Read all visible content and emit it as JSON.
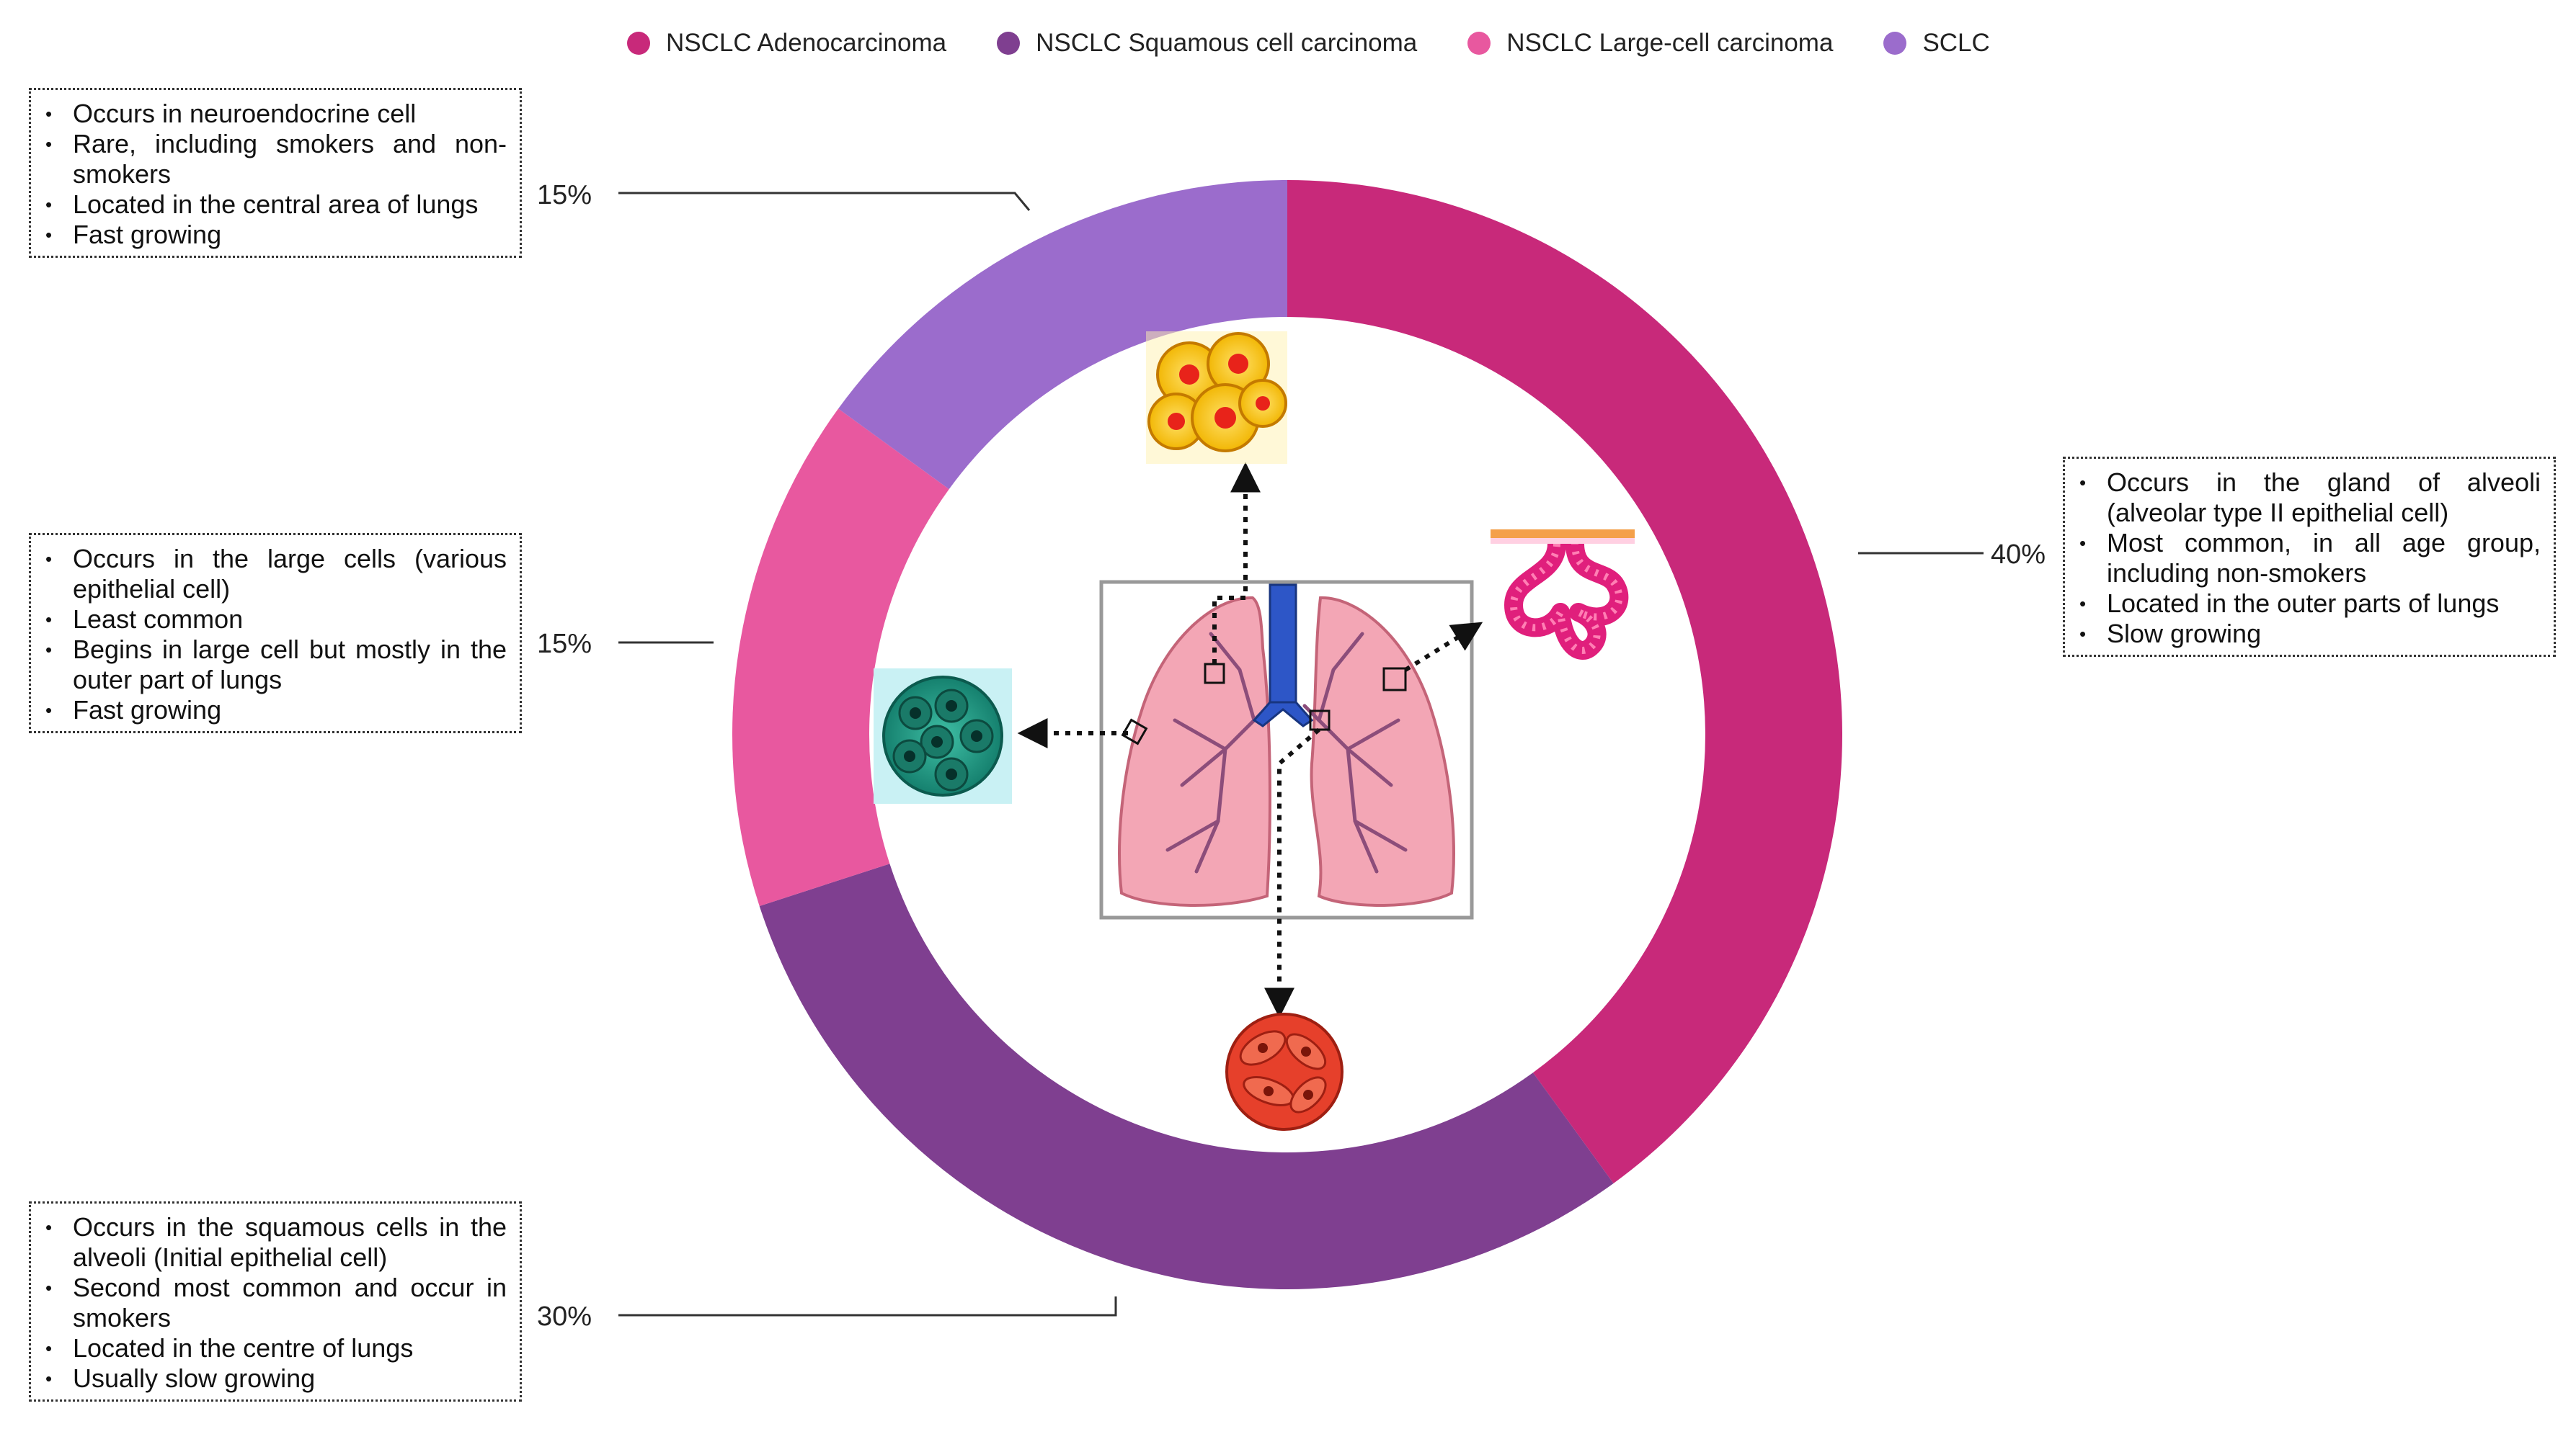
{
  "legend": [
    {
      "label": "NSCLC Adenocarcinoma",
      "color": "#c8297a"
    },
    {
      "label": "NSCLC Squamous cell carcinoma",
      "color": "#7f3f90"
    },
    {
      "label": "NSCLC Large-cell carcinoma",
      "color": "#e8589f"
    },
    {
      "label": "SCLC",
      "color": "#9b6ccc"
    }
  ],
  "chart_data": {
    "type": "pie",
    "variant": "donut",
    "categories": [
      "NSCLC Adenocarcinoma",
      "NSCLC Squamous cell carcinoma",
      "NSCLC Large-cell carcinoma",
      "SCLC"
    ],
    "values": [
      40,
      30,
      15,
      15
    ],
    "data_labels": [
      "40%",
      "30%",
      "15%",
      "15%"
    ],
    "colors": [
      "#c8297a",
      "#7f3f90",
      "#e8589f",
      "#9b6ccc"
    ],
    "start_angle": "12 o'clock",
    "direction": "clockwise",
    "legend": "top"
  },
  "descriptions": {
    "sclc": [
      "Occurs in neuroendocrine cell",
      "Rare, including smokers and non-smokers",
      "Located in the central area of lungs",
      "Fast growing"
    ],
    "large_cell": [
      "Occurs in the large cells (various epithelial cell)",
      "Least common",
      "Begins in large cell but mostly in the outer part of lungs",
      "Fast growing"
    ],
    "squamous": [
      "Occurs in the squamous cells in the alveoli (Initial epithelial cell)",
      "Second most common and occur in smokers",
      "Located in the centre of lungs",
      "Usually slow growing"
    ],
    "adeno": [
      "Occurs in the gland of alveoli (alveolar type II epithelial cell)",
      "Most common, in all age group, including non-smokers",
      "Located in the outer parts of lungs",
      "Slow growing"
    ]
  },
  "icons": [
    "lungs-illustration",
    "sclc-cell-cluster-icon",
    "large-cell-cluster-icon",
    "squamous-cell-cluster-icon",
    "alveoli-gland-icon"
  ]
}
